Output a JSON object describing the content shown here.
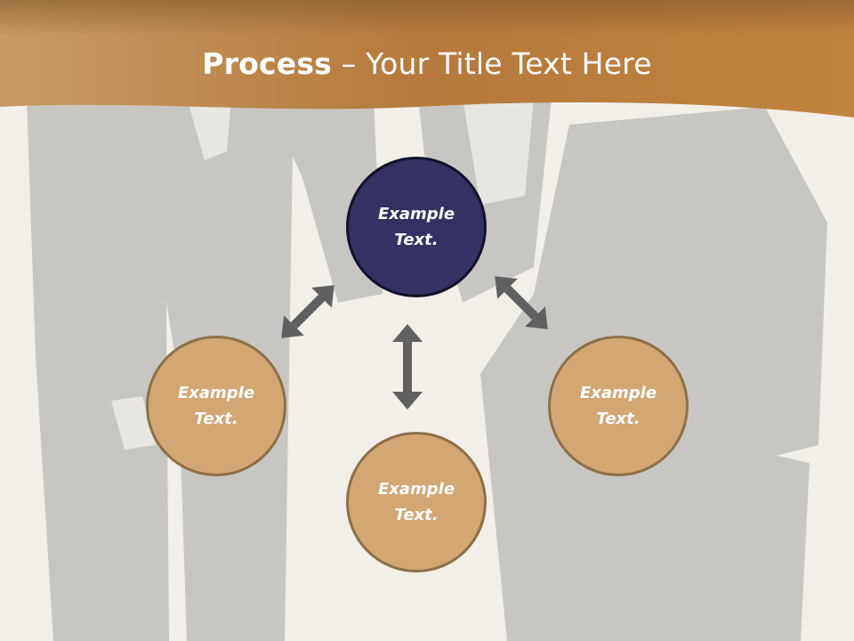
{
  "header": {
    "title_bold": "Process",
    "title_rest": " – Your Title Text Here"
  },
  "nodes": [
    {
      "label": "Example Text."
    },
    {
      "label": "Example Text."
    },
    {
      "label": "Example Text."
    },
    {
      "label": "Example Text."
    }
  ],
  "colors": {
    "banner": "#b5773a",
    "primary_node": "#343262",
    "secondary_node": "#d2a774",
    "arrow": "#606060"
  }
}
